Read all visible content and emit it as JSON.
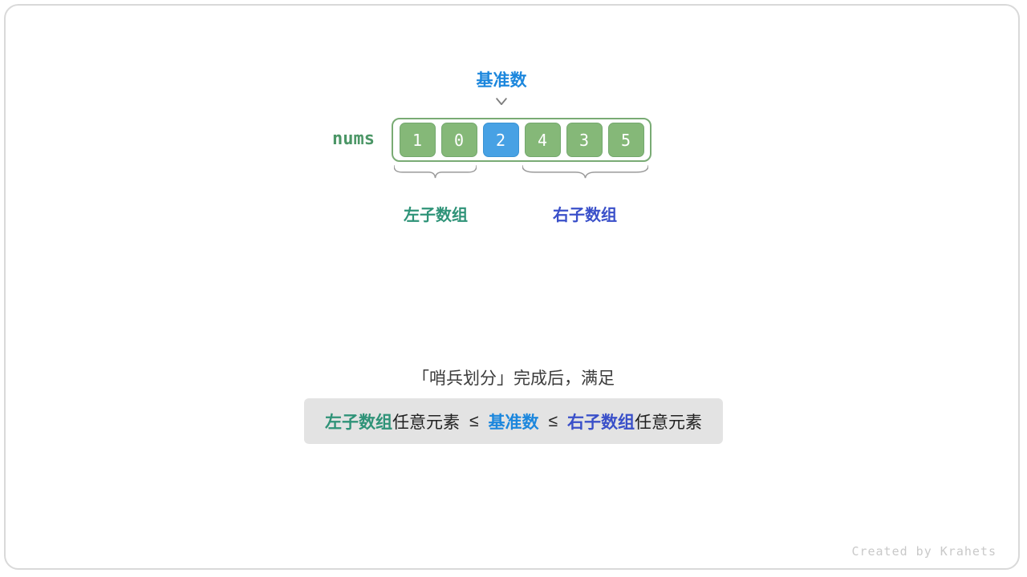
{
  "page": {
    "watermark": "Created by Krahets"
  },
  "diagram": {
    "pivot_label": "基准数",
    "array_label": "nums",
    "cells": [
      {
        "value": "1",
        "type": "normal"
      },
      {
        "value": "0",
        "type": "normal"
      },
      {
        "value": "2",
        "type": "pivot"
      },
      {
        "value": "4",
        "type": "normal"
      },
      {
        "value": "3",
        "type": "normal"
      },
      {
        "value": "5",
        "type": "normal"
      }
    ],
    "left_subarray_label": "左子数组",
    "right_subarray_label": "右子数组"
  },
  "caption": {
    "line": "「哨兵划分」完成后，满足",
    "condition": {
      "left_term": "左子数组",
      "left_suffix": "任意元素",
      "leq": "≤",
      "pivot_term": "基准数",
      "right_term": "右子数组",
      "right_suffix": "任意元素"
    }
  },
  "colors": {
    "pivot-blue": "#1c87dd",
    "nums-green": "#4b9666",
    "teal": "#2f9378",
    "royal": "#3a50c9",
    "cell-green": "#85b878",
    "cell-border-green": "#74a86e",
    "cell-blue": "#47a1e4",
    "cell-blue-border": "#3a93d4",
    "outline-green": "#79ab74",
    "brace-gray": "#9b9b9b",
    "arrow-gray": "#7d7d7d",
    "box-bg": "#e3e3e3",
    "text-dark": "#3c3c3c",
    "watermark-gray": "#c9c9c9"
  }
}
